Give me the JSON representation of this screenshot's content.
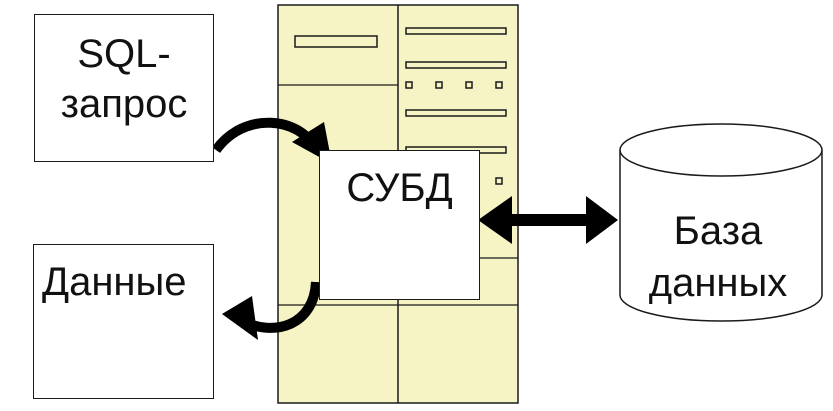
{
  "boxes": {
    "sql_query": {
      "line1": "SQL-",
      "line2": "запрос"
    },
    "data": {
      "label": "Данные"
    },
    "dbms": {
      "label": "СУБД"
    },
    "database": {
      "line1": "База",
      "line2": "данных"
    }
  },
  "colors": {
    "server_fill": "#f6f3c4",
    "stroke": "#1a1a1a",
    "arrow": "#000000",
    "box_fill": "#ffffff"
  },
  "icons": {
    "server": "server-cabinet-icon",
    "database": "database-cylinder-icon"
  }
}
